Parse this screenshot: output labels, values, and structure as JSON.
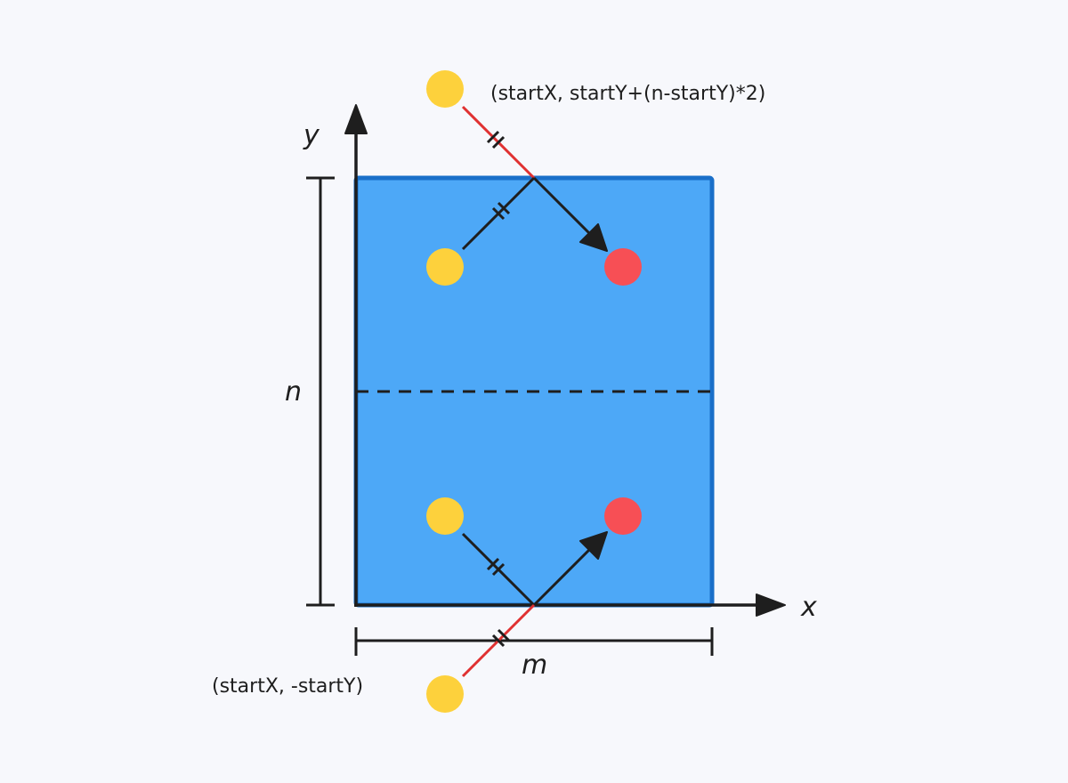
{
  "labels": {
    "y_axis": "y",
    "x_axis": "x",
    "height": "n",
    "width": "m",
    "reflection_top": "(startX, startY+(n-startY)*2)",
    "reflection_bottom": "(startX, -startY)"
  },
  "colors": {
    "background": "#f7f8fc",
    "grid_fill": "#4da8f7",
    "grid_border": "#1a6fc9",
    "start_point": "#fdd13c",
    "target_point": "#f74f55",
    "mirror_path": "#e03131",
    "ink": "#1e1e1e"
  }
}
